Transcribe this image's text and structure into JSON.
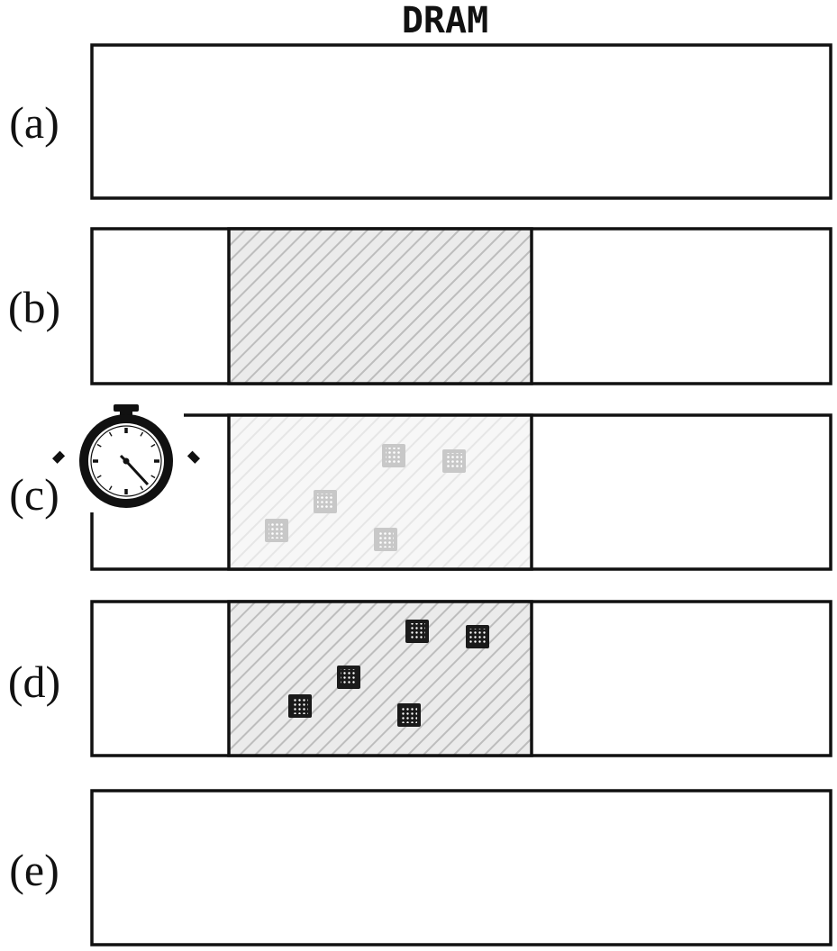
{
  "title": "DRAM",
  "rows": [
    {
      "label": "(a)",
      "region": "none",
      "timer": false
    },
    {
      "label": "(b)",
      "region": "hatched",
      "timer": false
    },
    {
      "label": "(c)",
      "region": "faded",
      "timer": true
    },
    {
      "label": "(d)",
      "region": "hatched",
      "timer": false
    },
    {
      "label": "(e)",
      "region": "none",
      "timer": false
    }
  ],
  "chip_rows": [
    "(c)",
    "(d)"
  ],
  "chip_count_per_row": 5,
  "icons": {
    "timer": "stopwatch-icon",
    "chip": "chip-icon"
  },
  "colors": {
    "stroke": "#111111",
    "hatch": "#bdbdbd",
    "hatch_faded": "#e2e2e2",
    "chip_light": "#c8c8c8",
    "chip_dark": "#1a1a1a"
  }
}
